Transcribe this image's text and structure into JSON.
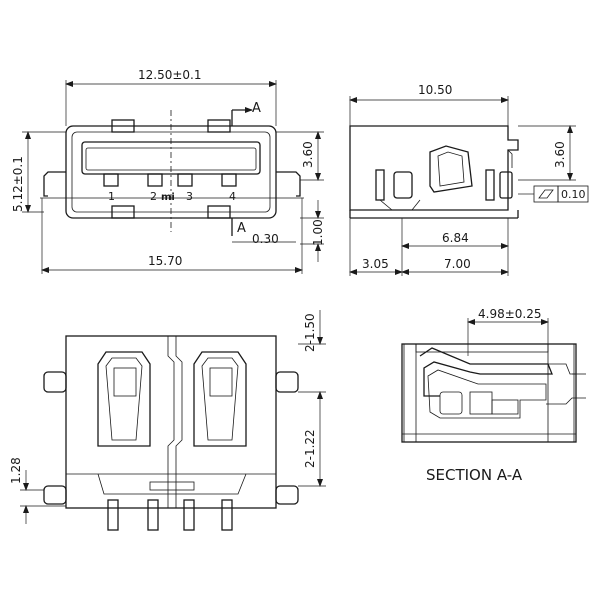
{
  "top_view": {
    "dim_width": "12.50±0.1",
    "dim_height": "5.12±0.1",
    "dim_overall": "15.70",
    "dim_depth": "3.60",
    "dim_foot": "1.00",
    "dim_offset": "0.30",
    "section_mark_top": "A",
    "section_mark_bottom": "A",
    "pin_labels": [
      "1",
      "2",
      "3",
      "4"
    ],
    "logo_text": "mi"
  },
  "side_view": {
    "dim_length": "10.50",
    "dim_height": "3.60",
    "dim_flatness": "0.10",
    "dim_mid": "6.84",
    "dim_left": "3.05",
    "dim_right": "7.00"
  },
  "bottom_view": {
    "dim_top_gap": "2-1.50",
    "dim_mid_gap": "2-1.22",
    "dim_height": "1.28"
  },
  "section_view": {
    "dim_width": "4.98±0.25",
    "title": "SECTION A-A"
  },
  "colors": {
    "line": "#1a1a1a",
    "background": "#ffffff"
  }
}
